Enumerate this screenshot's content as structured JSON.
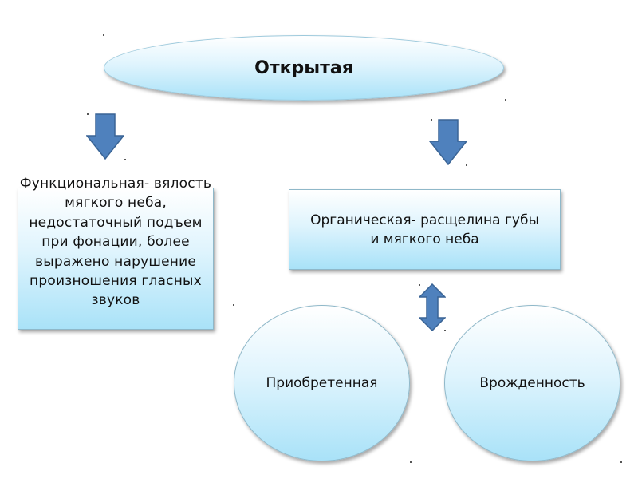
{
  "diagram": {
    "title": "Открытая",
    "functional": {
      "label": "Функциональная- вялость мягкого неба, недостаточный подъем при фонации, более выражено нарушение произношения гласных звуков"
    },
    "organic": {
      "label": "Органическая- расщелина губы и  мягкого неба"
    },
    "acquired": {
      "label": "Приобретенная"
    },
    "congenital": {
      "label": "Врожденность"
    }
  },
  "colors": {
    "arrow_fill": "#4f81bd",
    "arrow_stroke": "#3a6495",
    "shape_gradient_top": "#ffffff",
    "shape_gradient_bottom": "#a9e2f8"
  },
  "icons": {
    "arrow_left": "arrow-down-icon",
    "arrow_right": "arrow-down-icon",
    "arrow_both": "arrow-up-down-icon"
  }
}
